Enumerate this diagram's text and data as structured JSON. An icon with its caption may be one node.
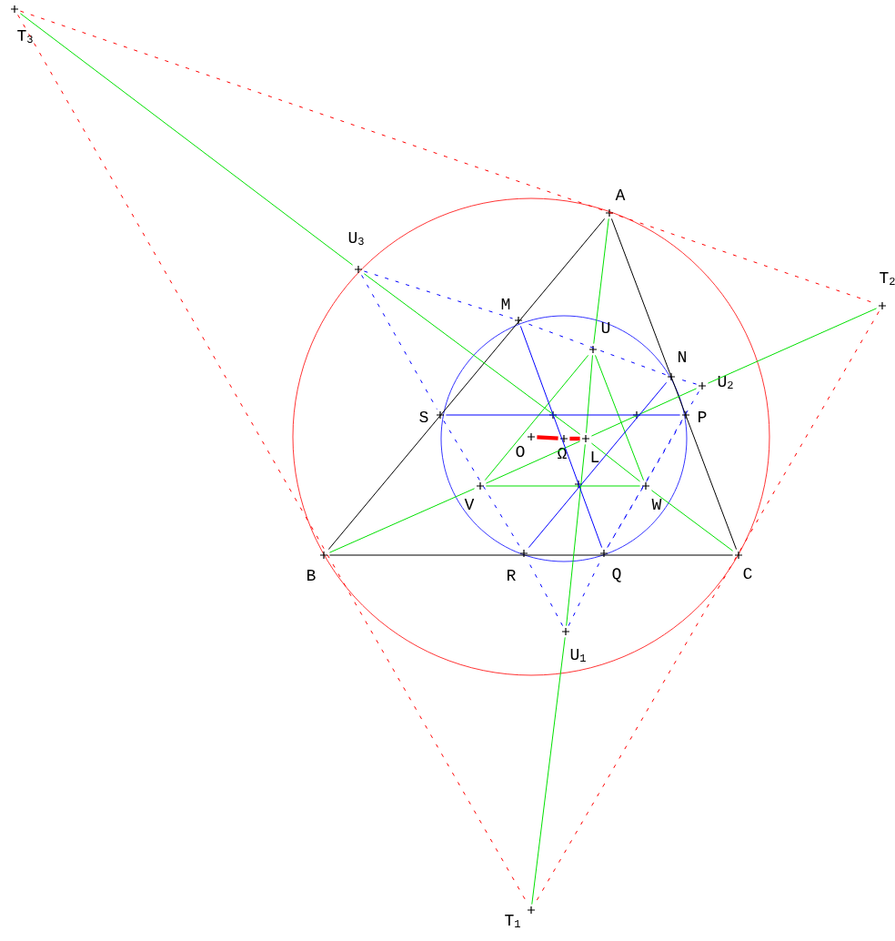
{
  "diagram": {
    "nodes": [
      {
        "text": [
          "T$_{3}$"
        ]
      },
      {
        "text": [
          "A"
        ]
      },
      {
        "text": [
          "U$_{3}$"
        ]
      },
      {
        "text": [
          "T$_{2}$"
        ]
      },
      {
        "text": [
          "M"
        ]
      },
      {
        "text": [
          "U"
        ]
      },
      {
        "text": [
          "N"
        ]
      },
      {
        "text": [
          "U$_{2}$"
        ]
      },
      {
        "text": [
          "S"
        ]
      },
      {
        "text": [
          "P"
        ]
      },
      {
        "text": [
          "O"
        ]
      },
      {
        "text": [
          "Ω"
        ]
      },
      {
        "text": [
          "L"
        ]
      },
      {
        "text": [
          "V"
        ]
      },
      {
        "text": [
          "W"
        ]
      },
      {
        "text": [
          "B"
        ]
      },
      {
        "text": [
          "R"
        ]
      },
      {
        "text": [
          "Q"
        ]
      },
      {
        "text": [
          "C"
        ]
      },
      {
        "text": [
          "U$_{1}$"
        ]
      },
      {
        "text": [
          "T$_{1}$"
        ]
      }
    ],
    "edges": [
      {
        "from": 1,
        "to": 15,
        "arrow": "none",
        "color": "#000000"
      },
      {
        "from": 15,
        "to": 18,
        "arrow": "none",
        "color": "#000000"
      },
      {
        "from": 18,
        "to": 1,
        "arrow": "none",
        "color": "#000000"
      },
      {
        "from": 0,
        "to": 3,
        "arrow": "none",
        "style": "dashed",
        "color": "#ff0000"
      },
      {
        "from": 0,
        "to": 20,
        "arrow": "none",
        "style": "dashed",
        "color": "#ff0000"
      },
      {
        "from": 3,
        "to": 20,
        "arrow": "none",
        "style": "dashed",
        "color": "#ff0000"
      },
      {
        "from": 1,
        "to": 5,
        "arrow": "none",
        "color": "#00e000"
      },
      {
        "from": 5,
        "to": 12,
        "arrow": "none",
        "color": "#00e000"
      },
      {
        "from": 12,
        "to": 19,
        "arrow": "none",
        "color": "#00e000"
      },
      {
        "from": 19,
        "to": 20,
        "arrow": "none",
        "color": "#00e000"
      },
      {
        "from": 15,
        "to": 13,
        "arrow": "none",
        "color": "#00e000"
      },
      {
        "from": 13,
        "to": 12,
        "arrow": "none",
        "color": "#00e000"
      },
      {
        "from": 12,
        "to": 7,
        "arrow": "none",
        "color": "#00e000"
      },
      {
        "from": 7,
        "to": 3,
        "arrow": "none",
        "color": "#00e000"
      },
      {
        "from": 0,
        "to": 2,
        "arrow": "none",
        "color": "#00e000"
      },
      {
        "from": 2,
        "to": 12,
        "arrow": "none",
        "color": "#00e000"
      },
      {
        "from": 12,
        "to": 14,
        "arrow": "none",
        "color": "#00e000"
      },
      {
        "from": 14,
        "to": 18,
        "arrow": "none",
        "color": "#00e000"
      },
      {
        "from": 5,
        "to": 13,
        "arrow": "none",
        "color": "#00e000"
      },
      {
        "from": 5,
        "to": 14,
        "arrow": "none",
        "color": "#00e000"
      },
      {
        "from": 13,
        "to": 14,
        "arrow": "none",
        "color": "#00e000"
      },
      {
        "from": 10,
        "to": 11,
        "arrow": "none",
        "style": "thick",
        "color": "#ff0000"
      },
      {
        "from": 11,
        "to": 12,
        "arrow": "none",
        "style": "thick",
        "color": "#ff0000"
      },
      {
        "from": 8,
        "to": 9,
        "arrow": "none",
        "color": "#0000ff"
      },
      {
        "from": 4,
        "to": 17,
        "arrow": "none",
        "color": "#0000ff"
      },
      {
        "from": 6,
        "to": 16,
        "arrow": "none",
        "color": "#0000ff"
      },
      {
        "from": 2,
        "to": 4,
        "arrow": "none",
        "style": "dashed",
        "color": "#0000ff"
      },
      {
        "from": 2,
        "to": 8,
        "arrow": "none",
        "style": "dashed",
        "color": "#0000ff"
      },
      {
        "from": 8,
        "to": 16,
        "arrow": "none",
        "style": "dashed",
        "color": "#0000ff"
      },
      {
        "from": 7,
        "to": 6,
        "arrow": "none",
        "style": "dashed",
        "color": "#0000ff"
      },
      {
        "from": 6,
        "to": 4,
        "arrow": "none",
        "style": "dashed",
        "color": "#0000ff"
      },
      {
        "from": 7,
        "to": 17,
        "arrow": "none",
        "style": "dashed",
        "color": "#0000ff"
      },
      {
        "from": 19,
        "to": 16,
        "arrow": "none",
        "style": "dashed",
        "color": "#0000ff"
      },
      {
        "from": 19,
        "to": 17,
        "arrow": "none",
        "style": "dashed",
        "color": "#0000ff"
      },
      {
        "from": 17,
        "to": 9,
        "arrow": "none",
        "style": "dashed",
        "color": "#0000ff"
      }
    ]
  }
}
